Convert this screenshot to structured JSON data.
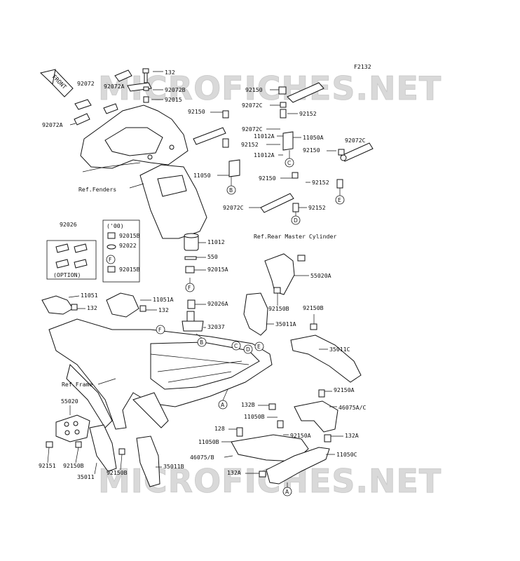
{
  "diagram_code": "F2132",
  "watermark": "MICROFICHES.NET",
  "front_label": "FRONT",
  "refs": {
    "fenders": "Ref.Fenders",
    "rear_master": "Ref.Rear Master Cylinder",
    "frame": "Ref.Frame"
  },
  "option_label": "(OPTION)",
  "year_label": "('00)",
  "part_labels": [
    "92072",
    "92072A",
    "92072A",
    "132",
    "92072B",
    "92015",
    "92150",
    "92072C",
    "92152",
    "92150",
    "92072C",
    "11012A",
    "11050A",
    "92152",
    "11012A",
    "92150",
    "92072C",
    "11050",
    "92150",
    "92152",
    "92072C",
    "92152",
    "92026",
    "92015B",
    "92022",
    "92015B",
    "11012",
    "550",
    "92015A",
    "92026A",
    "32037",
    "Ref.Rear Master Cylinder",
    "55020A",
    "92150B",
    "35011A",
    "92150B",
    "35011C",
    "11051",
    "132",
    "11051A",
    "132",
    "92150A",
    "132B",
    "46075A/C",
    "11050B",
    "128",
    "11050B",
    "92150A",
    "132A",
    "46075/B",
    "11050C",
    "132A",
    "55020",
    "92151",
    "92150B",
    "35011",
    "92150B",
    "35011B"
  ],
  "callouts": [
    "A",
    "B",
    "C",
    "D",
    "E",
    "F"
  ]
}
